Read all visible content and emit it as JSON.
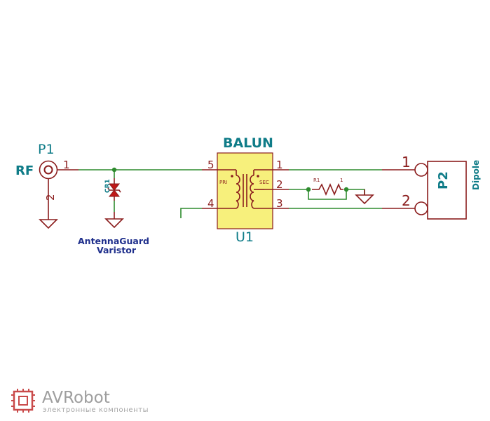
{
  "schematic": {
    "p1": {
      "ref": "P1",
      "label": "RF",
      "pin1": "1",
      "pin2": "2"
    },
    "cr1": {
      "ref": "CR1",
      "value_line1": "AntennaGuard",
      "value_line2": "Varistor"
    },
    "u1": {
      "ref": "U1",
      "value": "BALUN",
      "pri_label": "PRI",
      "sec_label": "SEC",
      "pin1": "1",
      "pin2": "2",
      "pin3": "3",
      "pin4": "4",
      "pin5": "5"
    },
    "r1": {
      "ref": "R1",
      "value": "1"
    },
    "p2": {
      "ref": "P2",
      "value": "Dipole",
      "pin1": "1",
      "pin2": "2"
    }
  },
  "watermark": {
    "brand": "AVRobot",
    "tagline": "электронные компоненты"
  },
  "colors": {
    "wire": "#2e8b2e",
    "component": "#8b1d1d",
    "reference": "#0f7c88",
    "balun_fill": "#f7f07c",
    "diode_fill": "#c01818",
    "value_text": "#1f2f8c"
  }
}
